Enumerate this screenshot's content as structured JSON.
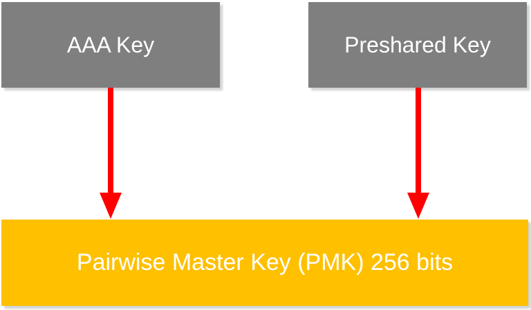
{
  "diagram": {
    "background": "#FFFFFF",
    "nodes": {
      "aaa": {
        "label": "AAA Key",
        "bg": "#7F7F7F",
        "text_color": "#FFFFFF"
      },
      "psk": {
        "label": "Preshared Key",
        "bg": "#7F7F7F",
        "text_color": "#FFFFFF"
      },
      "pmk": {
        "label": "Pairwise Master Key (PMK) 256 bits",
        "bg": "#FFC000",
        "text_color": "#FFFFFF"
      }
    },
    "arrows": {
      "color": "#FF0000",
      "items": [
        {
          "from": "AAA Key",
          "to": "Pairwise Master Key (PMK) 256 bits"
        },
        {
          "from": "Preshared Key",
          "to": "Pairwise Master Key (PMK) 256 bits"
        }
      ]
    }
  }
}
